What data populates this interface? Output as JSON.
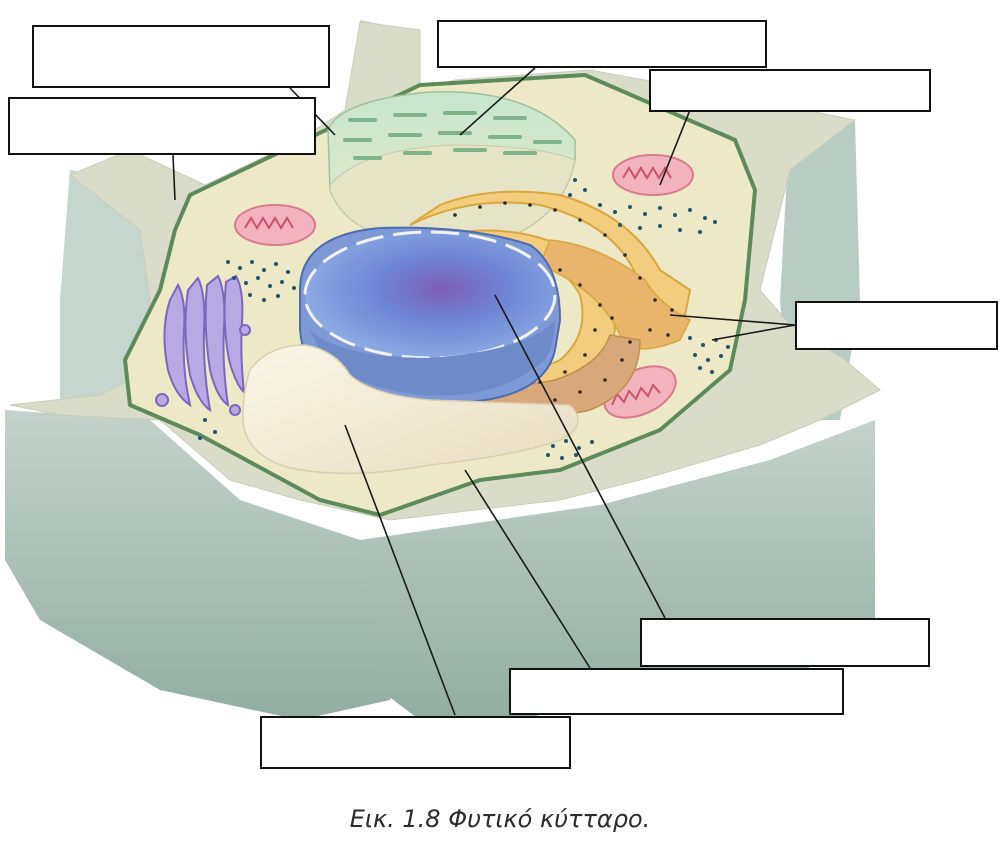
{
  "figure": {
    "caption": "Εικ. 1.8 Φυτικό κύτταρο."
  },
  "label_boxes": [
    {
      "id": "cell-wall",
      "text": ""
    },
    {
      "id": "cell-membrane",
      "text": ""
    },
    {
      "id": "chloroplast",
      "text": ""
    },
    {
      "id": "mitochondrion",
      "text": ""
    },
    {
      "id": "ribosomes",
      "text": ""
    },
    {
      "id": "nucleus",
      "text": ""
    },
    {
      "id": "cytoplasm",
      "text": ""
    },
    {
      "id": "vacuole",
      "text": ""
    }
  ],
  "colors": {
    "cell_wall": "#d9dccb",
    "cell_wall_side": "#a9bdb4",
    "cytoplasm": "#ede8c5",
    "membrane": "#5e8a5a",
    "nucleus": "#6f8fd6",
    "nucleolus": "#8a62b8",
    "chloroplast": "#a8d3b0",
    "mitochondrion": "#e98a9c",
    "golgi": "#8d7cc7",
    "er": "#f1c777",
    "vacuole": "#f3ecd7",
    "ribosome": "#1e4f66"
  }
}
